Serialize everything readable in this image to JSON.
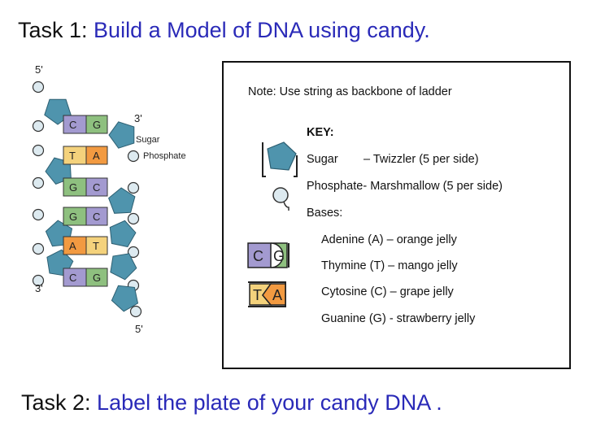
{
  "task1": {
    "prefix": "Task 1: ",
    "text": "Build a Model of DNA using candy."
  },
  "task2": {
    "prefix": "Task 2: ",
    "text": "Label the plate of your candy DNA ."
  },
  "diagram": {
    "top_left_label": "5'",
    "top_right_label": "3'",
    "bottom_left_label": "3'",
    "bottom_right_label": "5'",
    "sugar_label": "Sugar",
    "phosphate_label": "Phosphate",
    "base_pairs": [
      {
        "left": "C",
        "right": "G"
      },
      {
        "left": "T",
        "right": "A"
      },
      {
        "left": "G",
        "right": "C"
      },
      {
        "left": "G",
        "right": "C"
      },
      {
        "left": "A",
        "right": "T"
      },
      {
        "left": "C",
        "right": "G"
      }
    ]
  },
  "key_box": {
    "note": "Note: Use string as backbone of ladder",
    "key_title": "KEY:",
    "sugar_term": "Sugar",
    "sugar_desc": "– Twizzler (5 per side)",
    "phosphate": "Phosphate- Marshmallow (5 per side)",
    "bases_title": "Bases:",
    "bases": [
      "Adenine (A) – orange jelly",
      "Thymine (T) – mango jelly",
      "Cytosine (C) – grape jelly",
      "Guanine (G) -  strawberry jelly"
    ],
    "icon_pairs": [
      {
        "left": "C",
        "right": "G"
      },
      {
        "left": "T",
        "right": "A"
      }
    ]
  },
  "colors": {
    "title_accent": "#2a2ab8",
    "sugar": "#4f94ad",
    "phosphate": "#ddeaf0",
    "base_c": "#a39ad0",
    "base_g": "#8ec07f",
    "base_t": "#f4d27c",
    "base_a": "#f29a41"
  }
}
